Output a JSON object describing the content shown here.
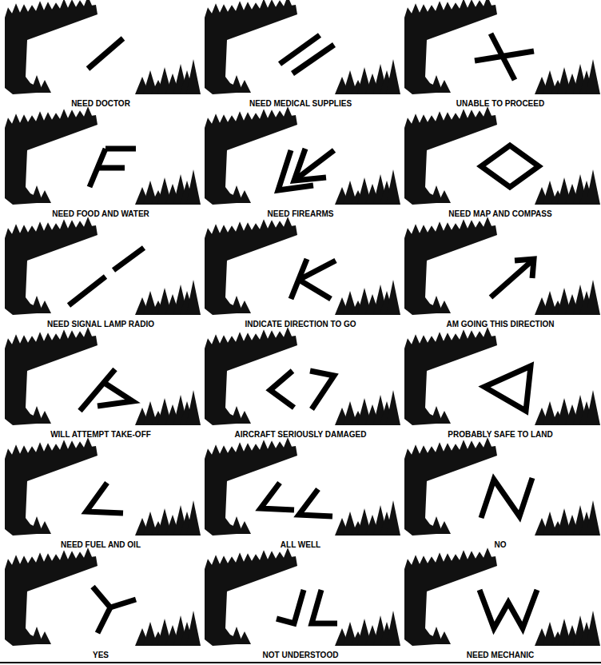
{
  "diagram": {
    "labels": [
      "NEED DOCTOR",
      "NEED MEDICAL SUPPLIES",
      "UNABLE TO PROCEED",
      "NEED FOOD AND WATER",
      "NEED FIREARMS",
      "NEED MAP AND COMPASS",
      "NEED SIGNAL LAMP RADIO",
      "INDICATE DIRECTION TO GO",
      "AM GOING THIS DIRECTION",
      "WILL ATTEMPT TAKE-OFF",
      "AIRCRAFT SERIOUSLY DAMAGED",
      "PROBABLY SAFE TO LAND",
      "NEED FUEL AND OIL",
      "ALL WELL",
      "NO",
      "YES",
      "NOT UNDERSTOOD",
      "NEED MECHANIC"
    ]
  }
}
